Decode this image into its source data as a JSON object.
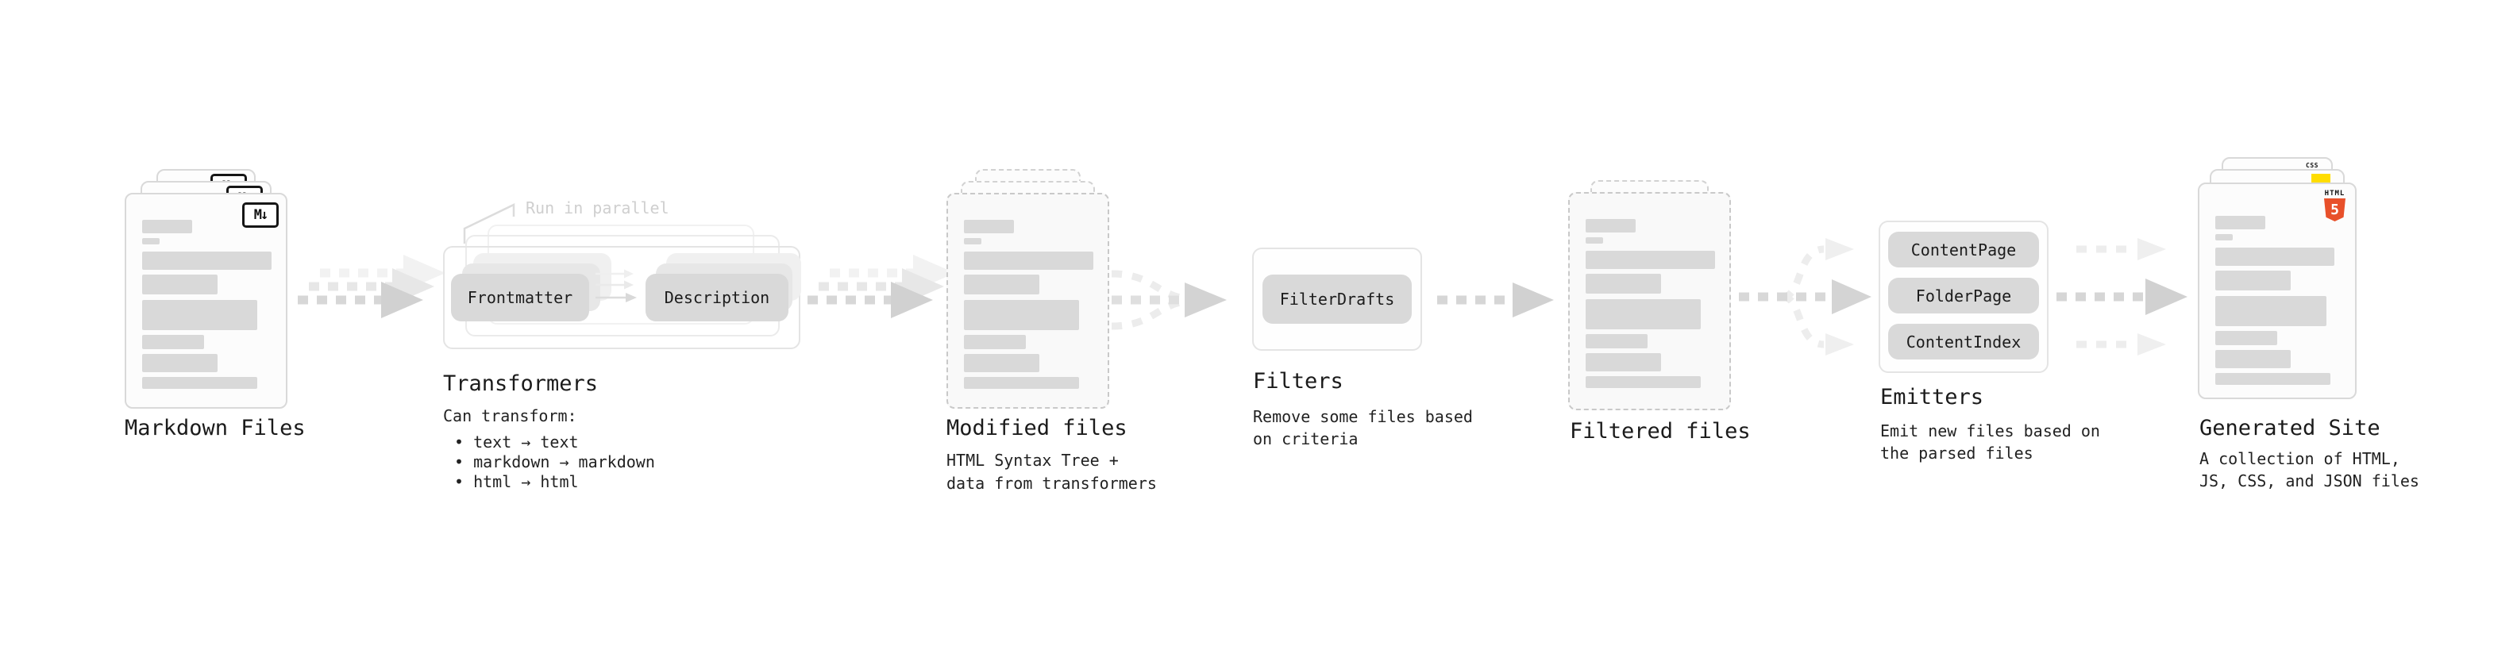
{
  "diagram": {
    "stages": {
      "markdown_files": {
        "label": "Markdown Files",
        "badge": "M↓"
      },
      "transformers": {
        "label": "Transformers",
        "callout": "Run in parallel",
        "boxes": [
          "Frontmatter",
          "Description"
        ],
        "desc_title": "Can transform:",
        "bullets": [
          "• text → text",
          "• markdown → markdown",
          "• html → html"
        ]
      },
      "modified_files": {
        "label": "Modified files",
        "desc": [
          "HTML Syntax Tree +",
          "data from transformers"
        ]
      },
      "filters": {
        "label": "Filters",
        "box": "FilterDrafts",
        "desc": [
          "Remove some files based",
          "on criteria"
        ]
      },
      "filtered_files": {
        "label": "Filtered files"
      },
      "emitters": {
        "label": "Emitters",
        "boxes": [
          "ContentPage",
          "FolderPage",
          "ContentIndex"
        ],
        "desc": [
          "Emit new files based on",
          "the parsed files"
        ]
      },
      "generated_site": {
        "label": "Generated Site",
        "desc": [
          "A collection of HTML,",
          "JS, CSS, and JSON files"
        ],
        "html5_label": "HTML",
        "html5_number": "5",
        "css_label": "CSS"
      }
    },
    "colors": {
      "html5": "#e8502a",
      "js": "#ffdd00",
      "css": "#2965f1"
    }
  }
}
